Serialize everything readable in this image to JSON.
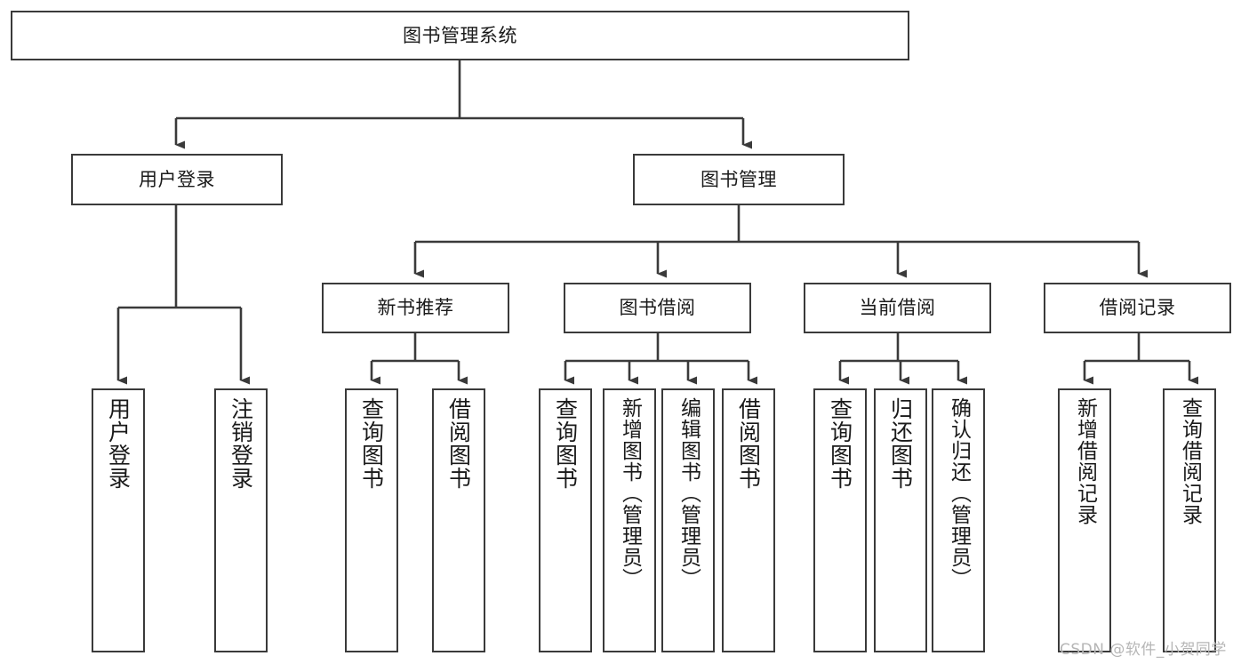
{
  "diagram": {
    "type": "tree-flowchart",
    "title": "图书管理系统",
    "root": {
      "label": "图书管理系统"
    },
    "level2": [
      {
        "label": "用户登录"
      },
      {
        "label": "图书管理"
      }
    ],
    "level3": [
      {
        "label": "新书推荐"
      },
      {
        "label": "图书借阅"
      },
      {
        "label": "当前借阅"
      },
      {
        "label": "借阅记录"
      }
    ],
    "leaves": {
      "user_login": [
        {
          "label": "用户登录"
        },
        {
          "label": "注销登录"
        }
      ],
      "new_book_recommend": [
        {
          "label": "查询图书"
        },
        {
          "label": "借阅图书"
        }
      ],
      "book_borrow": [
        {
          "label": "查询图书"
        },
        {
          "label": "新增图书（管理员）"
        },
        {
          "label": "编辑图书（管理员）"
        },
        {
          "label": "借阅图书"
        }
      ],
      "current_borrow": [
        {
          "label": "查询图书"
        },
        {
          "label": "归还图书"
        },
        {
          "label": "确认归还（管理员）"
        }
      ],
      "borrow_record": [
        {
          "label": "新增借阅记录"
        },
        {
          "label": "查询借阅记录"
        }
      ]
    }
  },
  "watermark": {
    "text": "CSDN @软件_小贺同学"
  },
  "colors": {
    "stroke": "#3a3a3a",
    "background": "#ffffff",
    "text": "#1a1a1a",
    "watermark": "#b6b6b6"
  }
}
